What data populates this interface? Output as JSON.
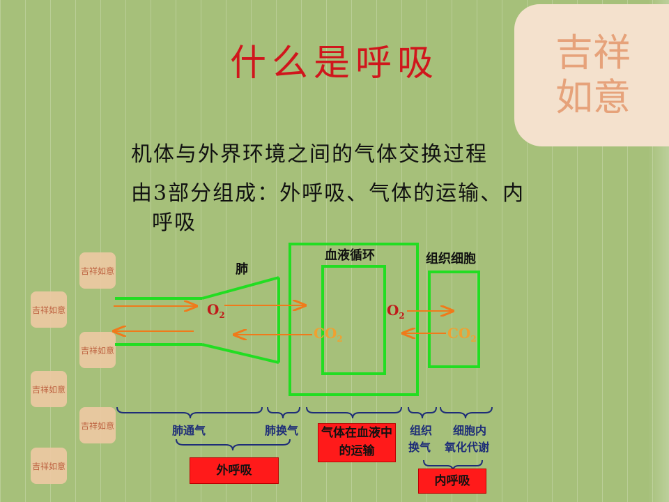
{
  "title": "什么是呼吸",
  "bullets": [
    "机体与外界环境之间的气体交换过程",
    "由3部分组成：外呼吸、气体的运输、内",
    "呼吸"
  ],
  "diagram": {
    "lung_label": "肺",
    "blood_label": "血液循环",
    "tissue_label": "组织细胞",
    "o2": "O",
    "o2_sub": "2",
    "co2": "CO",
    "co2_sub": "2",
    "stages": {
      "lung_ventilation": "肺通气",
      "lung_exchange": "肺换气",
      "blood_transport": "气体在血液中的运输",
      "tissue_exchange_1": "组织",
      "tissue_exchange_2": "换气",
      "cell_metabolism_1": "细胞内",
      "cell_metabolism_2": "氧化代谢",
      "external": "外呼吸",
      "internal": "内呼吸"
    }
  },
  "decor": {
    "seal_text": "吉祥如意",
    "seal_color": "#efc9a4"
  },
  "colors": {
    "background": "#a6c07a",
    "title": "#d0161c",
    "green_line": "#22dd22",
    "arrow_orange": "#f07a1a",
    "brace_blue": "#1e2d78",
    "red_box": "#ff1a1a"
  }
}
